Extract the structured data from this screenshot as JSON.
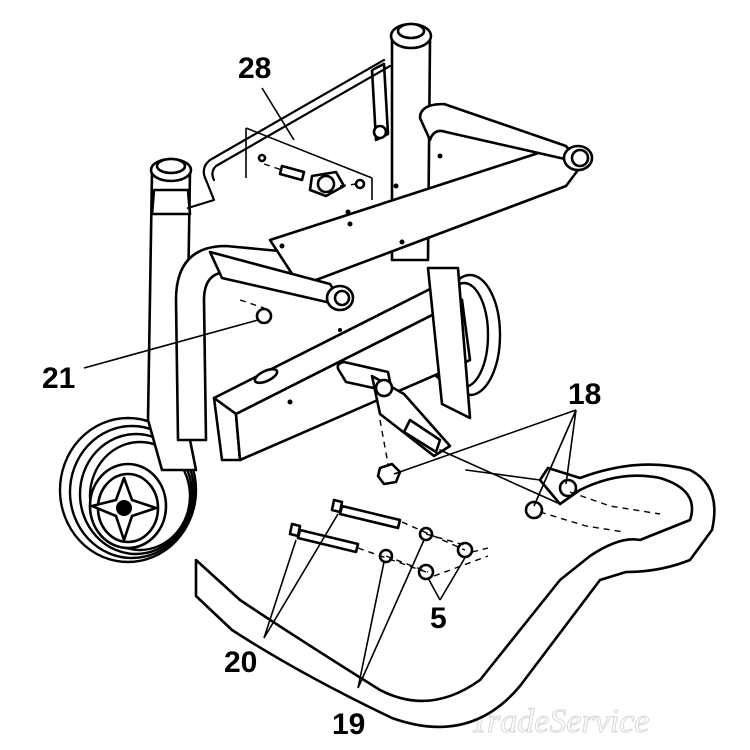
{
  "diagram": {
    "callouts": {
      "c28": "28",
      "c21": "21",
      "c18": "18",
      "c5": "5",
      "c20": "20",
      "c19": "19"
    },
    "watermark": "TradeService"
  },
  "colors": {
    "line": "#000000",
    "background": "#ffffff",
    "watermark": "#d8d8d8"
  }
}
